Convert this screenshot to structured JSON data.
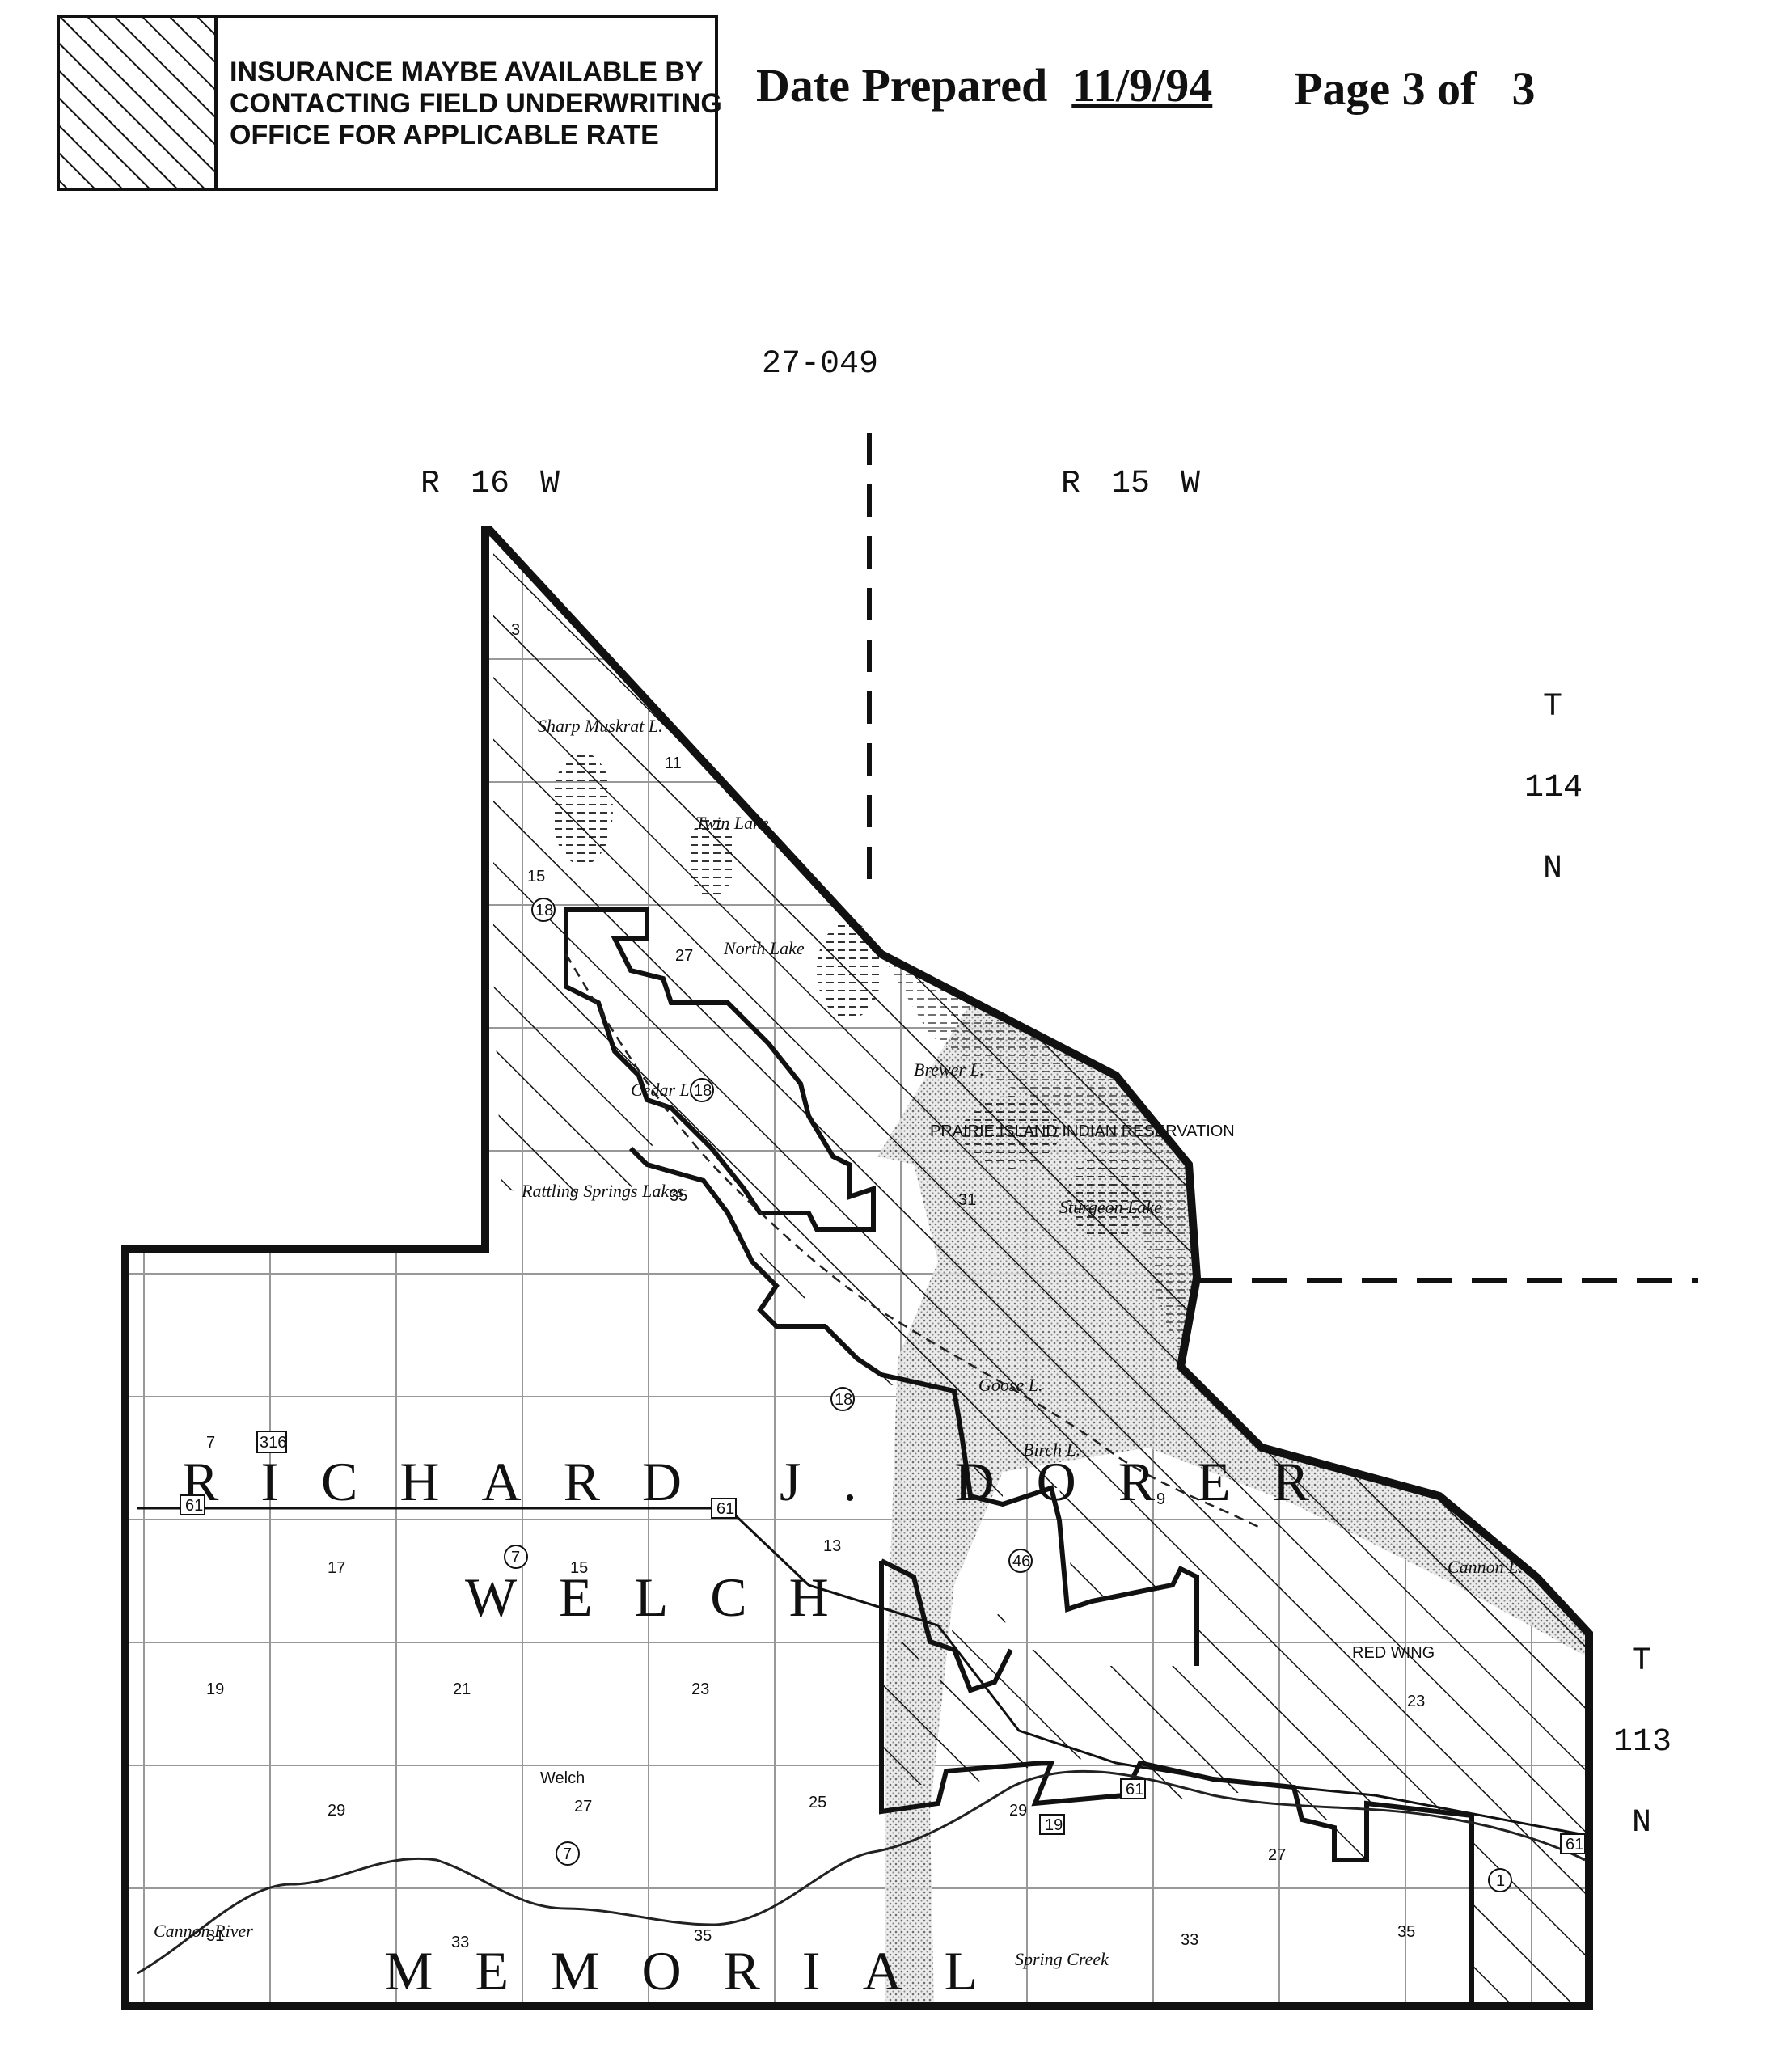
{
  "legend": {
    "lines": [
      "INSURANCE MAYBE AVAILABLE BY",
      "CONTACTING FIELD UNDERWRITING",
      "OFFICE FOR APPLICABLE RATE"
    ]
  },
  "header": {
    "date_label": "Date Prepared",
    "date_value": "11/9/94",
    "page_label": "Page 3 of",
    "page_total": "3"
  },
  "map": {
    "panel_id": "27-049",
    "ranges": [
      "R 16 W",
      "R 15 W"
    ],
    "townships": [
      {
        "t": "T",
        "n": "114",
        "d": "N"
      },
      {
        "t": "T",
        "n": "113",
        "d": "N"
      }
    ],
    "township_names": [
      "RICHARD J. DORER",
      "WELCH",
      "MEMORIAL"
    ],
    "places": [
      "Welch",
      "RED WING",
      "PRAIRIE ISLAND INDIAN RESERVATION"
    ],
    "water": [
      "Sharp Muskrat L.",
      "Twin Lake",
      "North Lake",
      "Brewer L.",
      "Sturgeon Lake",
      "Rattling Springs Lakes",
      "Cedar L.",
      "Birch L.",
      "Goose L.",
      "Cannon L.",
      "Spring Creek",
      "Cannon River"
    ],
    "section_numbers": [
      "3",
      "11",
      "15",
      "27",
      "35",
      "31",
      "7",
      "13",
      "17",
      "15",
      "19",
      "21",
      "23",
      "25",
      "29",
      "27",
      "31",
      "33",
      "35",
      "29",
      "33",
      "35",
      "9",
      "23",
      "27"
    ],
    "road_shields": [
      "18",
      "18",
      "18",
      "61",
      "316",
      "61",
      "46",
      "7",
      "7",
      "19",
      "61",
      "1",
      "61"
    ]
  },
  "colors": {
    "ink": "#111111",
    "paper": "#ffffff",
    "stipple": "#cfcfcf"
  }
}
